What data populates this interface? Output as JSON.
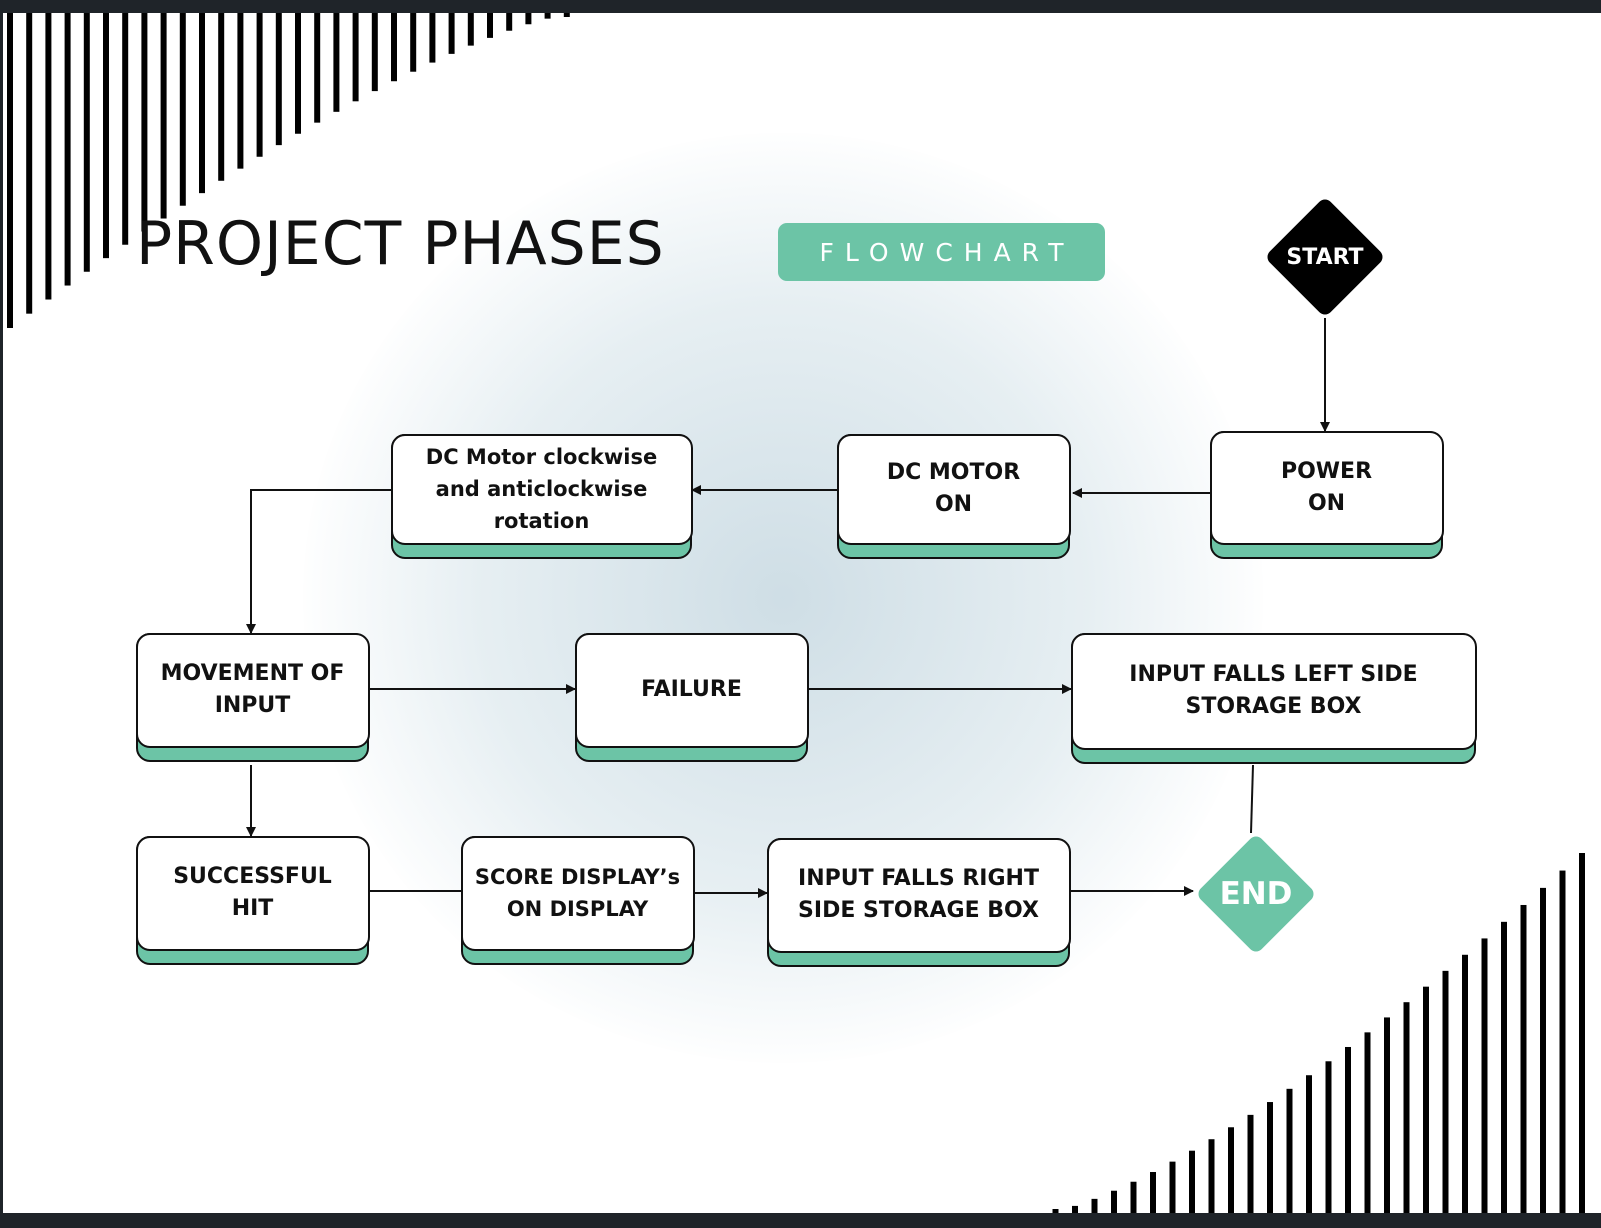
{
  "header": {
    "title": "PROJECT PHASES",
    "badge": "FLOWCHART"
  },
  "colors": {
    "accent": "#6cc4a6",
    "ink": "#111111",
    "frame": "#1f2429"
  },
  "terminals": {
    "start": "START",
    "end": "END"
  },
  "steps": {
    "power_on": "POWER ON",
    "dc_motor_on": "DC MOTOR ON",
    "dc_rotation": "DC Motor clockwise and anticlockwise rotation",
    "movement": "MOVEMENT OF INPUT",
    "failure": "FAILURE",
    "left_box": "INPUT FALLS LEFT SIDE STORAGE BOX",
    "success": "SUCCESSFUL HIT",
    "score": "SCORE DISPLAY’s ON DISPLAY",
    "right_box": "INPUT FALLS RIGHT SIDE STORAGE BOX"
  },
  "flow": [
    [
      "START",
      "POWER ON"
    ],
    [
      "POWER ON",
      "DC MOTOR ON"
    ],
    [
      "DC MOTOR ON",
      "DC Motor clockwise and anticlockwise rotation"
    ],
    [
      "DC Motor clockwise and anticlockwise rotation",
      "MOVEMENT OF INPUT"
    ],
    [
      "MOVEMENT OF INPUT",
      "FAILURE"
    ],
    [
      "FAILURE",
      "INPUT FALLS LEFT SIDE STORAGE BOX"
    ],
    [
      "INPUT FALLS LEFT SIDE STORAGE BOX",
      "END"
    ],
    [
      "MOVEMENT OF INPUT",
      "SUCCESSFUL HIT"
    ],
    [
      "SUCCESSFUL HIT",
      "SCORE DISPLAY’s ON DISPLAY"
    ],
    [
      "SCORE DISPLAY’s ON DISPLAY",
      "INPUT FALLS RIGHT SIDE STORAGE BOX"
    ],
    [
      "INPUT FALLS RIGHT SIDE STORAGE BOX",
      "END"
    ]
  ]
}
